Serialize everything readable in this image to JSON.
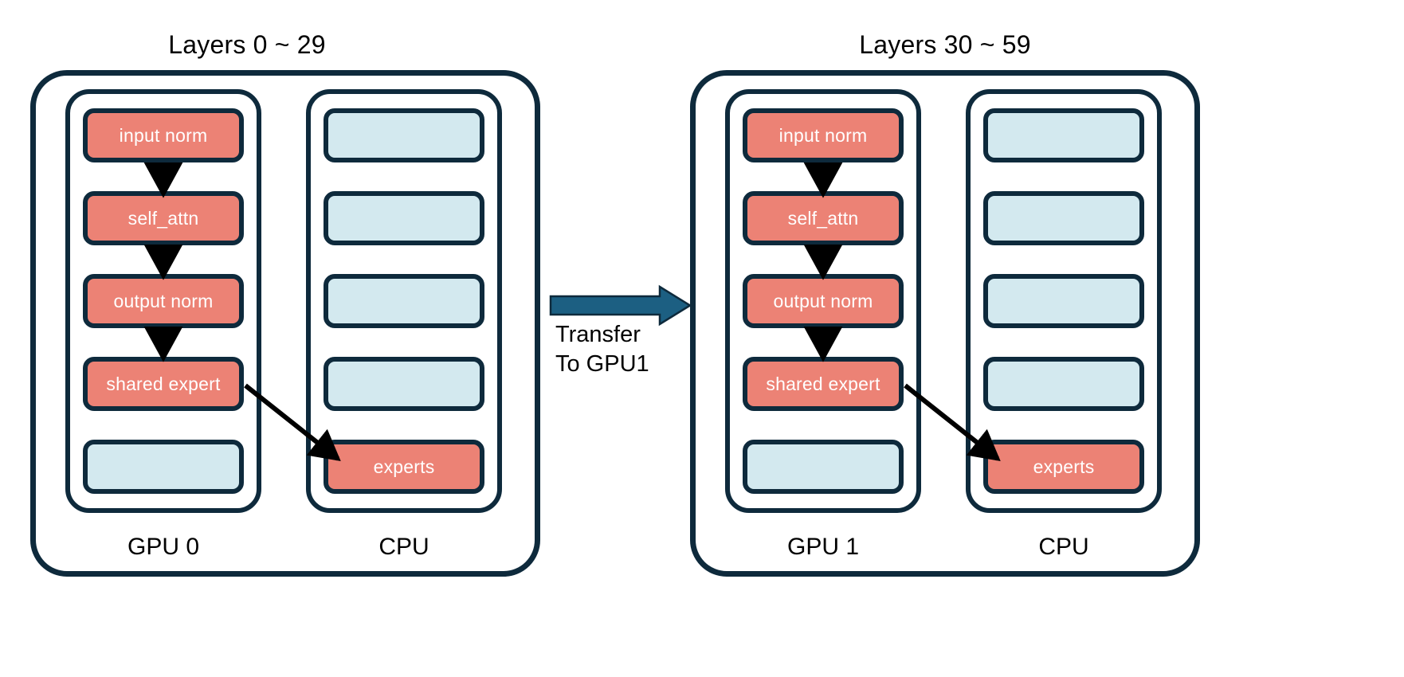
{
  "diagram": {
    "title_left": "Layers 0 ~ 29",
    "title_right": "Layers 30 ~ 59",
    "transfer_label": "Transfer\nTo GPU1",
    "colors": {
      "active_block": "#ec8275",
      "inactive_block": "#d3e9ef",
      "border": "#0e2a3c",
      "transfer_arrow": "#1c5f82",
      "flow_arrow": "#000000",
      "background": "#ffffff"
    },
    "panels": [
      {
        "id": "panel-left",
        "title": "Layers 0 ~ 29",
        "device_label": "GPU 0",
        "host_label": "CPU",
        "device_slots": [
          {
            "label": "input norm",
            "state": "active"
          },
          {
            "label": "self_attn",
            "state": "active"
          },
          {
            "label": "output norm",
            "state": "active"
          },
          {
            "label": "shared expert",
            "state": "active"
          },
          {
            "label": "",
            "state": "inactive"
          }
        ],
        "host_slots": [
          {
            "label": "",
            "state": "inactive"
          },
          {
            "label": "",
            "state": "inactive"
          },
          {
            "label": "",
            "state": "inactive"
          },
          {
            "label": "",
            "state": "inactive"
          },
          {
            "label": "experts",
            "state": "active"
          }
        ]
      },
      {
        "id": "panel-right",
        "title": "Layers 30 ~ 59",
        "device_label": "GPU 1",
        "host_label": "CPU",
        "device_slots": [
          {
            "label": "input norm",
            "state": "active"
          },
          {
            "label": "self_attn",
            "state": "active"
          },
          {
            "label": "output norm",
            "state": "active"
          },
          {
            "label": "shared expert",
            "state": "active"
          },
          {
            "label": "",
            "state": "inactive"
          }
        ],
        "host_slots": [
          {
            "label": "",
            "state": "inactive"
          },
          {
            "label": "",
            "state": "inactive"
          },
          {
            "label": "",
            "state": "inactive"
          },
          {
            "label": "",
            "state": "inactive"
          },
          {
            "label": "experts",
            "state": "active"
          }
        ]
      }
    ]
  }
}
